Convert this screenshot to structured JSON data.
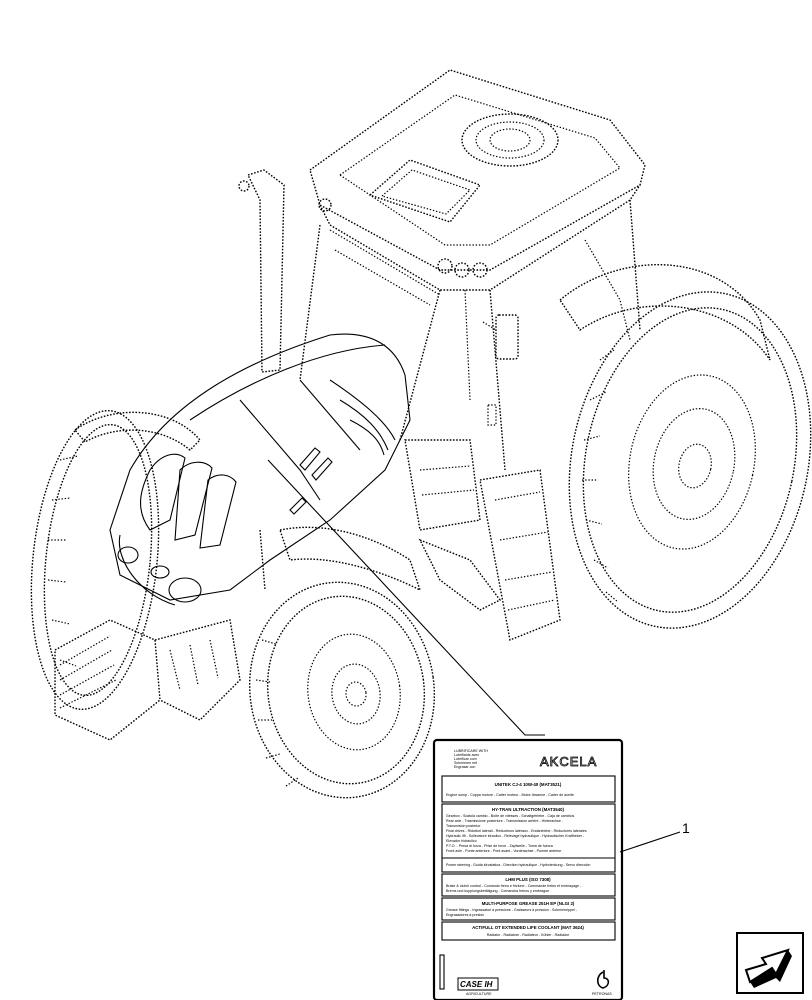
{
  "callout_number": "1",
  "decal": {
    "brand": "AKCELA",
    "lubricate_lines": [
      "LUBRIFICARE WITH",
      "Lubrifiants avec",
      "Lubrificar com",
      "Schmieren mit",
      "Engrasar con"
    ],
    "sections": [
      {
        "heading": "UNITEK CJ-4 10W-40 (MAT3521)",
        "lines": [
          "Engine sump - Coppa motore - Carter moteur - Motor ölwanne - Carter de aceite"
        ]
      },
      {
        "heading": "HY-TRAN ULTRACTION (MAT3540)",
        "lines": [
          "Gearbox - Scatola cambio - Boîte de vitesses - Schaltgetriebe - Caja de cambios",
          "Rear axle - Trasmissione posteriore - Transmission arrière - Hinterachse -",
          "Transmisión posterior",
          "Final drives - Riduttori laterali - Réducteurs latéraux - Endantriebe - Reductores laterales",
          "Hydraulic lift - Sollevatore idraulico - Relevage hydraulique - Hydraulischer Kraftheber -",
          "Elevador hidráulico",
          "P.T.O. - Presa di forza - Prise de force - Zapfwelle - Toma de fuerza",
          "Front axle - Ponte anteriore - Pont avant - Vorderachse - Puente anterior",
          "Power steering - Guida idrostatica - Direction hydraulique - Hydrolenkung - Servo dirección"
        ]
      },
      {
        "heading": "LHM PLUS (ISO 7308)",
        "lines": [
          "Brake & clutch control - Comando freno e frizione - Commande freins et embrayage -",
          "Brems und kupplungsbetätigung - Comandos frenos y embrague"
        ]
      },
      {
        "heading": "MULTI-PURPOSE GREASE 251H EP (NLGI 2)",
        "lines": [
          "Grease fittings - Ingrassatori a pressione - Graisseurs à pression - Schmiernippel -",
          "Engrasadores a presión"
        ]
      },
      {
        "heading": "ACTIFULL OT EXTENDED LIFE COOLANT (MAT 3624)",
        "lines": [
          "Radiator - Radiatore - Radiateur - Kühler - Radiador"
        ]
      }
    ],
    "logo_case": "CASE IH",
    "logo_case_sub": "AGRICULTURE",
    "logo_petronas": "PETRONAS"
  },
  "nav_icon": "next-page-arrow-icon"
}
